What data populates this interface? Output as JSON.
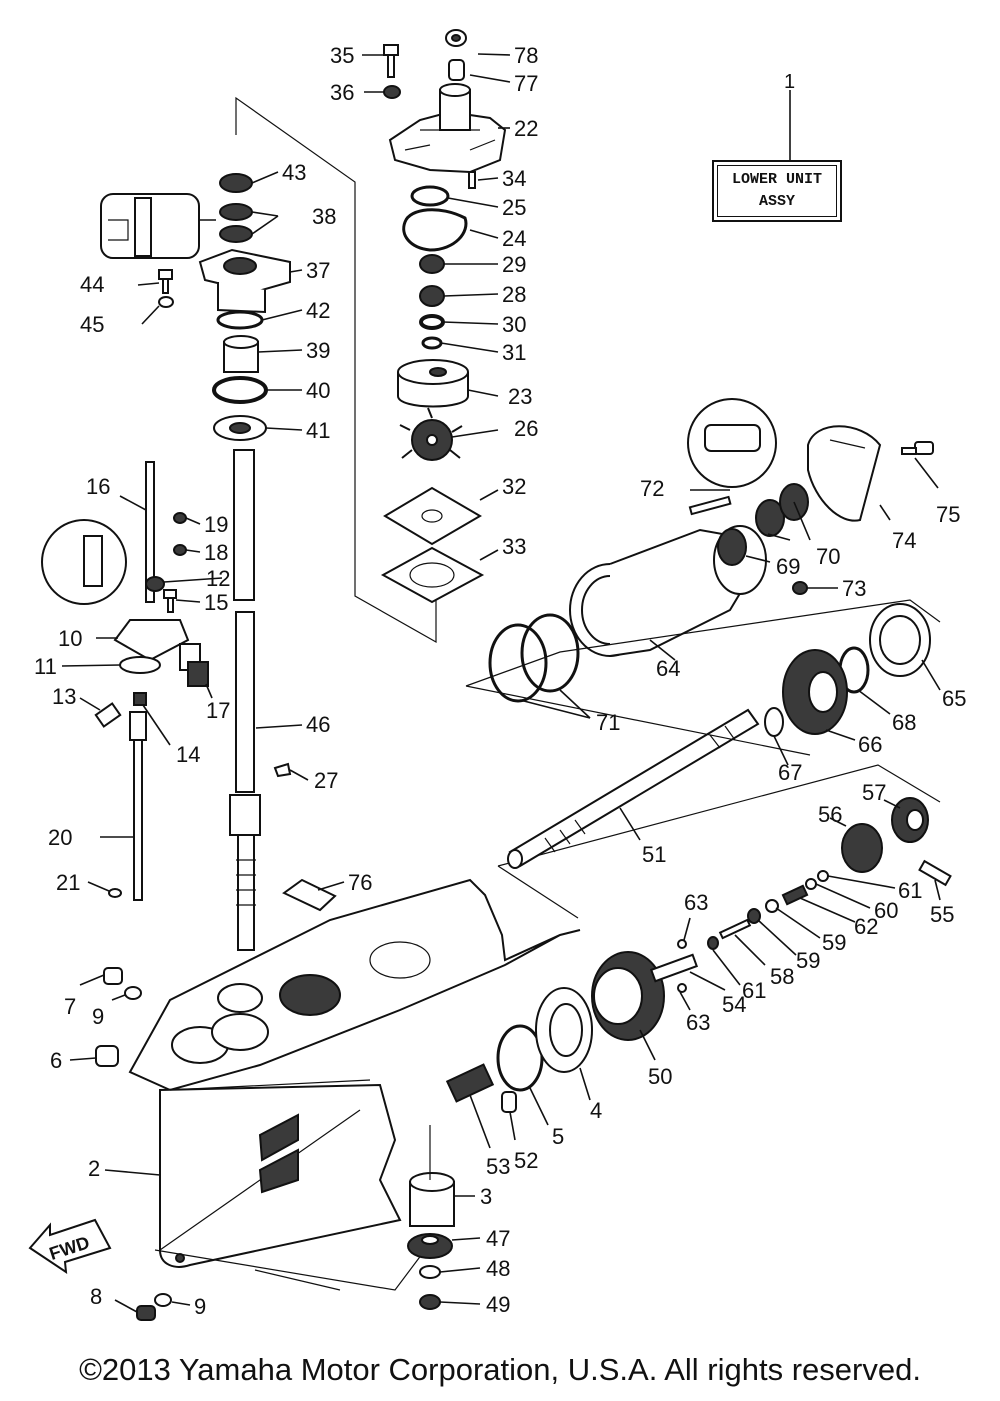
{
  "title_box": {
    "number": "1",
    "line1": "LOWER UNIT",
    "line2": "ASSY"
  },
  "direction_label": "FWD",
  "copyright": "©2013 Yamaha Motor Corporation, U.S.A. All rights reserved.",
  "labels": {
    "l35": "35",
    "l78": "78",
    "l77": "77",
    "l36": "36",
    "l22": "22",
    "l34": "34",
    "l25": "25",
    "l24": "24",
    "l29": "29",
    "l28": "28",
    "l30": "30",
    "l31": "31",
    "l23": "23",
    "l26": "26",
    "l32": "32",
    "l33": "33",
    "l43": "43",
    "l38": "38",
    "l37": "37",
    "l44": "44",
    "l45": "45",
    "l42": "42",
    "l39": "39",
    "l40": "40",
    "l41": "41",
    "l46": "46",
    "l27": "27",
    "l76": "76",
    "l16": "16",
    "l19": "19",
    "l18": "18",
    "l12": "12",
    "l15": "15",
    "l10": "10",
    "l11": "11",
    "l17": "17",
    "l13": "13",
    "l14": "14",
    "l20": "20",
    "l21": "21",
    "l72": "72",
    "l75": "75",
    "l74": "74",
    "l70": "70",
    "l69": "69",
    "l73": "73",
    "l64": "64",
    "l71": "71",
    "l65": "65",
    "l68": "68",
    "l66": "66",
    "l67": "67",
    "l51": "51",
    "l57": "57",
    "l56": "56",
    "l61a": "61",
    "l60": "60",
    "l55": "55",
    "l62": "62",
    "l59a": "59",
    "l63a": "63",
    "l59b": "59",
    "l58": "58",
    "l61b": "61",
    "l54": "54",
    "l63b": "63",
    "l50": "50",
    "l4": "4",
    "l5": "5",
    "l52": "52",
    "l53": "53",
    "l7": "7",
    "l9a": "9",
    "l6": "6",
    "l2": "2",
    "l3": "3",
    "l47": "47",
    "l48": "48",
    "l49": "49",
    "l8": "8",
    "l9b": "9"
  }
}
